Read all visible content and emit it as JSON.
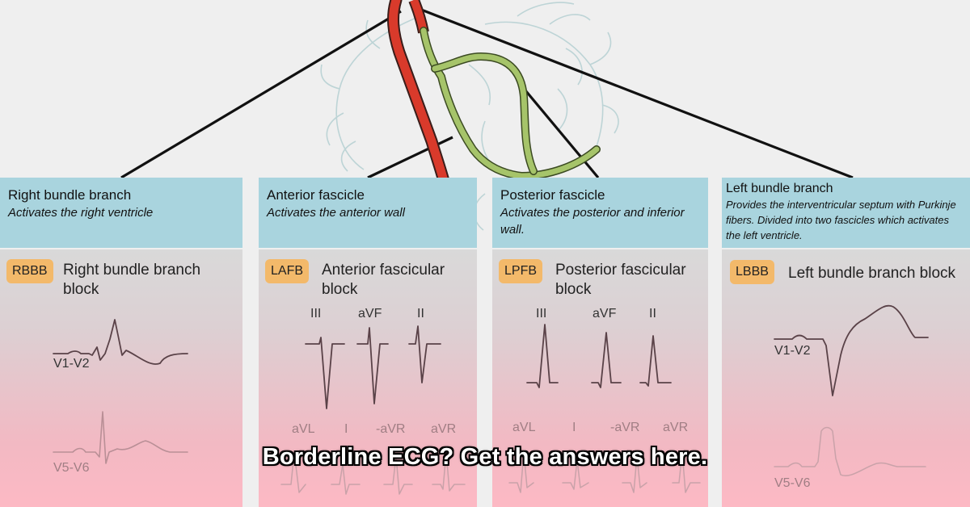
{
  "panels": [
    {
      "id": "rbbb",
      "head_title": "Right bundle branch",
      "head_sub": "Activates the right ventricle",
      "badge": "RBBB",
      "block_name": "Right bundle branch block",
      "leads": [
        "V1-V2",
        "V5-V6"
      ]
    },
    {
      "id": "lafb",
      "head_title": "Anterior fascicle",
      "head_sub": "Activates the anterior wall",
      "badge": "LAFB",
      "block_name": "Anterior fascicular block",
      "leads": [
        "III",
        "aVF",
        "II",
        "aVL",
        "I",
        "-aVR",
        "aVR"
      ]
    },
    {
      "id": "lpfb",
      "head_title": "Posterior fascicle",
      "head_sub": "Activates the posterior and inferior wall.",
      "badge": "LPFB",
      "block_name": "Posterior fascicular block",
      "leads": [
        "III",
        "aVF",
        "II",
        "aVL",
        "I",
        "-aVR",
        "aVR"
      ]
    },
    {
      "id": "lbbb",
      "head_title": "Left bundle branch",
      "head_sub": "Provides the interventricular septum with Purkinje fibers. Divided into two fascicles which activates the left ventricle.",
      "badge": "LBBB",
      "block_name": "Left bundle branch block",
      "leads": [
        "V1-V2",
        "V5-V6"
      ]
    }
  ],
  "banner": "Borderline ECG?  Get the answers here.",
  "colors": {
    "header_bg": "#a9d4de",
    "badge_bg": "#f3b96a",
    "right_branch": "#d93a2b",
    "left_branch": "#a6c46a",
    "trace": "#5a4248"
  }
}
